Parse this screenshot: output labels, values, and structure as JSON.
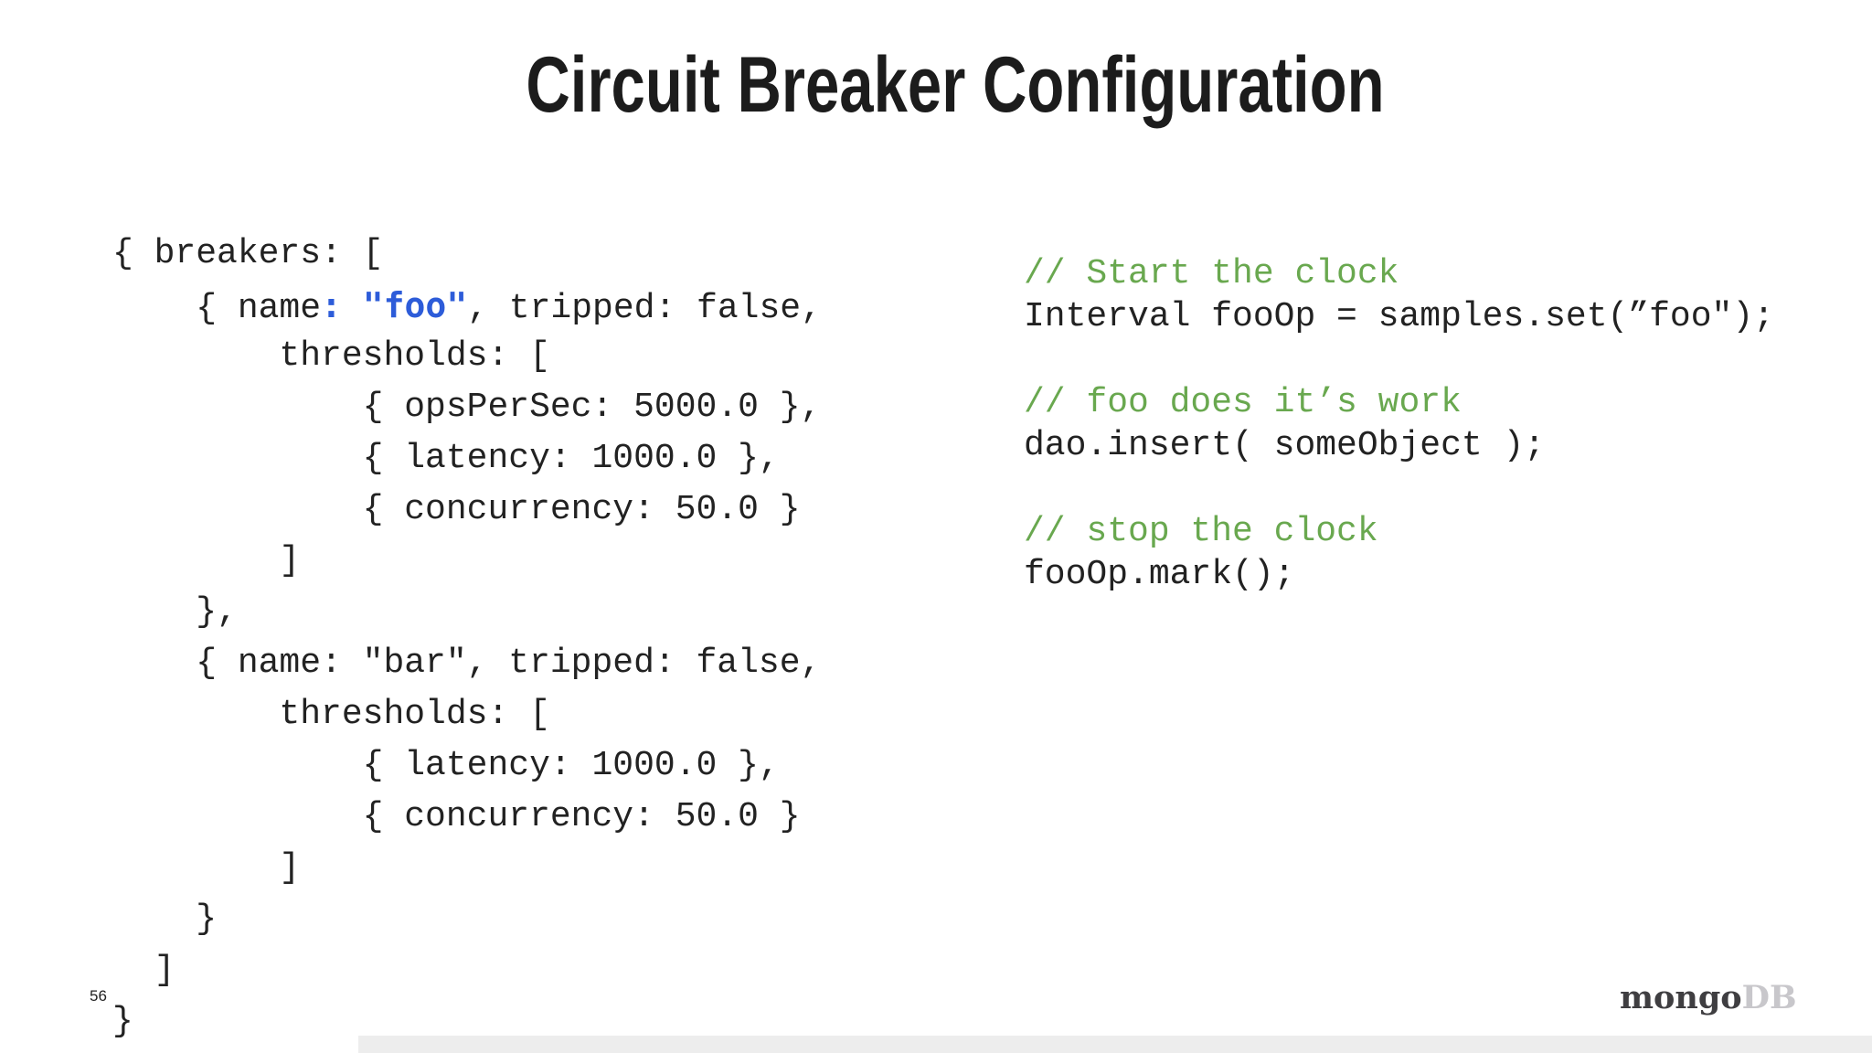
{
  "slide": {
    "title": "Circuit Breaker Configuration",
    "page_number": "56"
  },
  "logo": {
    "prefix": "mongo",
    "suffix": "DB"
  },
  "colors": {
    "background": "#ffffff",
    "title": "#1c1c1c",
    "code": "#222222",
    "comment": "#69a84f",
    "highlight": "#2d5cd9",
    "logo_prefix": "#3f3e41",
    "logo_suffix": "#c8c7cb",
    "footer_strip": "#ededed"
  },
  "left_code": {
    "lines": [
      {
        "segments": [
          {
            "t": "{ breakers: [",
            "s": "plain"
          }
        ]
      },
      {
        "segments": [
          {
            "t": "    { name",
            "s": "plain"
          },
          {
            "t": ": \"foo\"",
            "s": "highlight"
          },
          {
            "t": ", tripped: false,",
            "s": "plain"
          }
        ]
      },
      {
        "segments": [
          {
            "t": "        thresholds: [",
            "s": "plain"
          }
        ]
      },
      {
        "segments": [
          {
            "t": "            { opsPerSec: 5000.0 },",
            "s": "plain"
          }
        ]
      },
      {
        "segments": [
          {
            "t": "            { latency: 1000.0 },",
            "s": "plain"
          }
        ]
      },
      {
        "segments": [
          {
            "t": "            { concurrency: 50.0 }",
            "s": "plain"
          }
        ]
      },
      {
        "segments": [
          {
            "t": "        ]",
            "s": "plain"
          }
        ]
      },
      {
        "segments": [
          {
            "t": "    },",
            "s": "plain"
          }
        ]
      },
      {
        "segments": [
          {
            "t": "    { name: \"bar\", tripped: false,",
            "s": "plain"
          }
        ]
      },
      {
        "segments": [
          {
            "t": "        thresholds: [",
            "s": "plain"
          }
        ]
      },
      {
        "segments": [
          {
            "t": "            { latency: 1000.0 },",
            "s": "plain"
          }
        ]
      },
      {
        "segments": [
          {
            "t": "            { concurrency: 50.0 }",
            "s": "plain"
          }
        ]
      },
      {
        "segments": [
          {
            "t": "        ]",
            "s": "plain"
          }
        ]
      },
      {
        "segments": [
          {
            "t": "    }",
            "s": "plain"
          }
        ]
      },
      {
        "segments": [
          {
            "t": "  ]",
            "s": "plain"
          }
        ]
      },
      {
        "segments": [
          {
            "t": "}",
            "s": "plain"
          }
        ]
      }
    ]
  },
  "right_code": {
    "lines": [
      {
        "segments": [
          {
            "t": "// Start the clock",
            "s": "comment"
          }
        ]
      },
      {
        "segments": [
          {
            "t": "Interval fooOp = samples.set(”foo\");",
            "s": "plain"
          }
        ]
      },
      {
        "segments": []
      },
      {
        "segments": [
          {
            "t": "// foo does it’s work",
            "s": "comment"
          }
        ]
      },
      {
        "segments": [
          {
            "t": "dao.insert( someObject );",
            "s": "plain"
          }
        ]
      },
      {
        "segments": []
      },
      {
        "segments": [
          {
            "t": "// stop the clock",
            "s": "comment"
          }
        ]
      },
      {
        "segments": [
          {
            "t": "fooOp.mark();",
            "s": "plain"
          }
        ]
      }
    ]
  }
}
